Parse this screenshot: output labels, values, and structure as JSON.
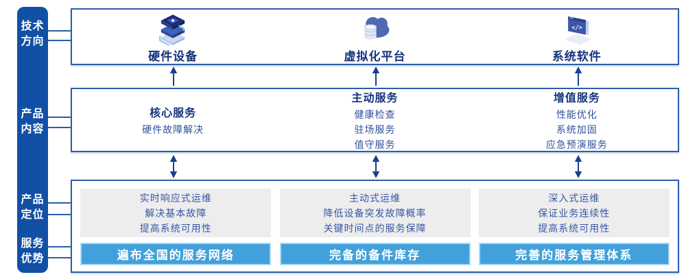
{
  "sidebar": {
    "items": [
      {
        "label": "技术方向"
      },
      {
        "label": "产品内容"
      },
      {
        "label": "产品定位"
      },
      {
        "label": "服务优势"
      }
    ]
  },
  "tech_row": {
    "columns": [
      {
        "icon": "server-stack-icon",
        "label": "硬件设备"
      },
      {
        "icon": "cloud-database-icon",
        "label": "虚拟化平台"
      },
      {
        "icon": "code-window-icon",
        "label": "系统软件"
      }
    ]
  },
  "content_row": {
    "columns": [
      {
        "heading": "核心服务",
        "items": [
          "硬件故障解决"
        ]
      },
      {
        "heading": "主动服务",
        "items": [
          "健康检查",
          "驻场服务",
          "值守服务"
        ]
      },
      {
        "heading": "增值服务",
        "items": [
          "性能优化",
          "系统加固",
          "应急预演服务"
        ]
      }
    ]
  },
  "positioning_row": {
    "columns": [
      {
        "lines": [
          "实时响应式运维",
          "解决基本故障",
          "提高系统可用性"
        ],
        "banner": "遍布全国的服务网络"
      },
      {
        "lines": [
          "主动式运维",
          "降低设备突发故障概率",
          "关键时间点的服务保障"
        ],
        "banner": "完备的备件库存"
      },
      {
        "lines": [
          "深入式运维",
          "保证业务连续性",
          "提高系统可用性"
        ],
        "banner": "完善的服务管理体系"
      }
    ]
  },
  "colors": {
    "sidebar_blue": "#1150A5",
    "border_blue": "#2E5CA8",
    "banner_blue": "#42A1DA",
    "arrow_blue": "#1A3F8F",
    "heading_navy": "#16337D",
    "body_blue": "#30509F",
    "gray_box": "#EDEDED"
  }
}
